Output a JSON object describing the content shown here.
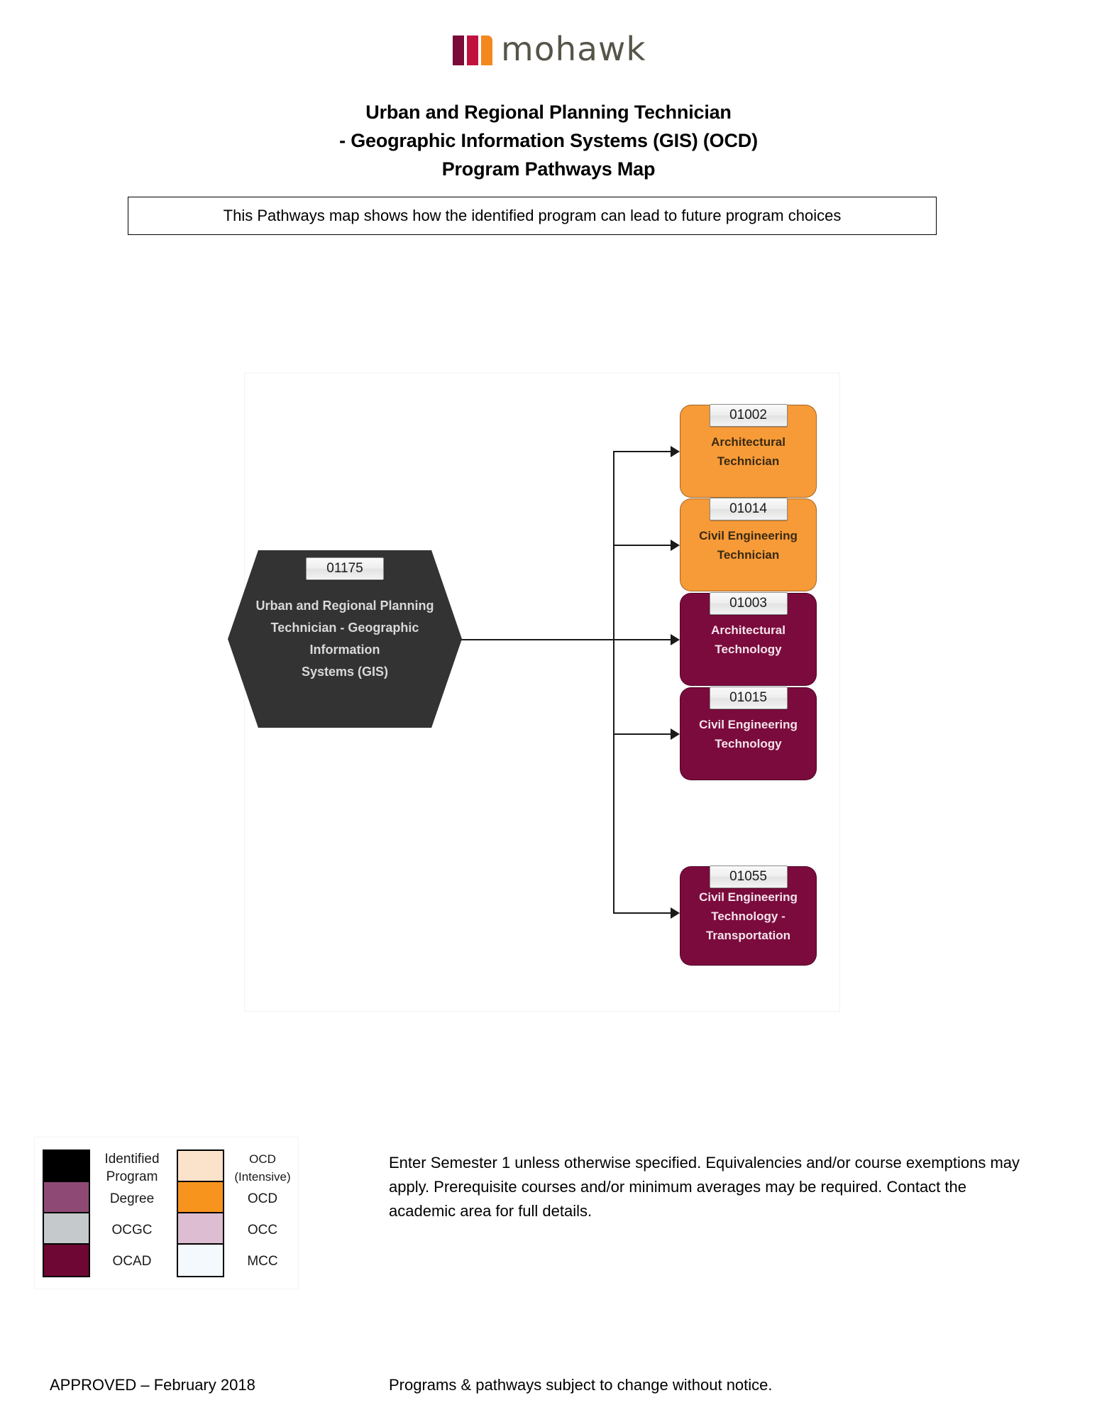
{
  "brand": {
    "logo_word": "mohawk",
    "logo_bar_colors": [
      "#7b0b38",
      "#c1123f",
      "#f3881e"
    ],
    "logo_word_color": "#575449"
  },
  "header": {
    "title_line1": "Urban and Regional Planning Technician",
    "title_line2": "- Geographic Information Systems (GIS) (OCD)",
    "title_line3": "Program Pathways Map",
    "intro_text": "This Pathways map shows how the identified program can lead to future program choices"
  },
  "diagram": {
    "source_node": {
      "code": "01175",
      "label": "Urban and Regional Planning\nTechnician - Geographic Information\nSystems (GIS)",
      "shape": "hexagon",
      "fill": "#333333",
      "text_color": "#d9d9d9",
      "category": "Identified Program"
    },
    "target_nodes": [
      {
        "code": "01002",
        "label": "Architectural\nTechnician",
        "fill": "#f79b38",
        "text_color": "#3a2a12",
        "category": "OCD"
      },
      {
        "code": "01014",
        "label": "Civil Engineering\nTechnician",
        "fill": "#f79b38",
        "text_color": "#3a2a12",
        "category": "OCD"
      },
      {
        "code": "01003",
        "label": "Architectural\nTechnology",
        "fill": "#7b0b3c",
        "text_color": "#f4e4ec",
        "category": "OCAD"
      },
      {
        "code": "01015",
        "label": "Civil Engineering\nTechnology",
        "fill": "#7b0b3c",
        "text_color": "#f4e4ec",
        "category": "OCAD"
      },
      {
        "code": "01055",
        "label": "Civil Engineering\nTechnology -\nTransportation",
        "fill": "#7b0b3c",
        "text_color": "#f4e4ec",
        "category": "OCAD"
      }
    ]
  },
  "legend": {
    "left_column": [
      {
        "label": "Identified\nProgram",
        "color": "#000000"
      },
      {
        "label": "Degree",
        "color": "#8e4a74"
      },
      {
        "label": "OCGC",
        "color": "#c5c9cc"
      },
      {
        "label": "OCAD",
        "color": "#6e0733"
      }
    ],
    "right_column": [
      {
        "label": "OCD\n(Intensive)",
        "color": "#fbe2ca"
      },
      {
        "label": "OCD",
        "color": "#f7941e"
      },
      {
        "label": "OCC",
        "color": "#dcbdd2"
      },
      {
        "label": "MCC",
        "color": "#f4f9fd"
      }
    ]
  },
  "notes": {
    "body": "Enter Semester 1 unless otherwise specified. Equivalencies and/or course exemptions may apply. Prerequisite courses and/or minimum averages may be required. Contact the academic area for full details."
  },
  "footer": {
    "approved": "APPROVED – February 2018",
    "disclaimer": "Programs & pathways subject to change without notice."
  }
}
